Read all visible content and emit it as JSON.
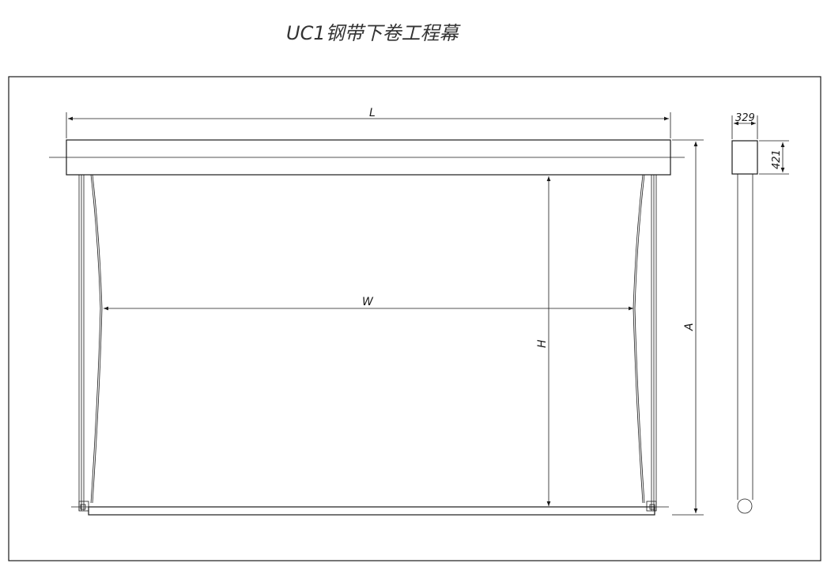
{
  "title": "UC1钢带下卷工程幕",
  "labels": {
    "length": "L",
    "width": "W",
    "height": "H",
    "overall": "A",
    "side_width": "329",
    "side_height": "421"
  }
}
